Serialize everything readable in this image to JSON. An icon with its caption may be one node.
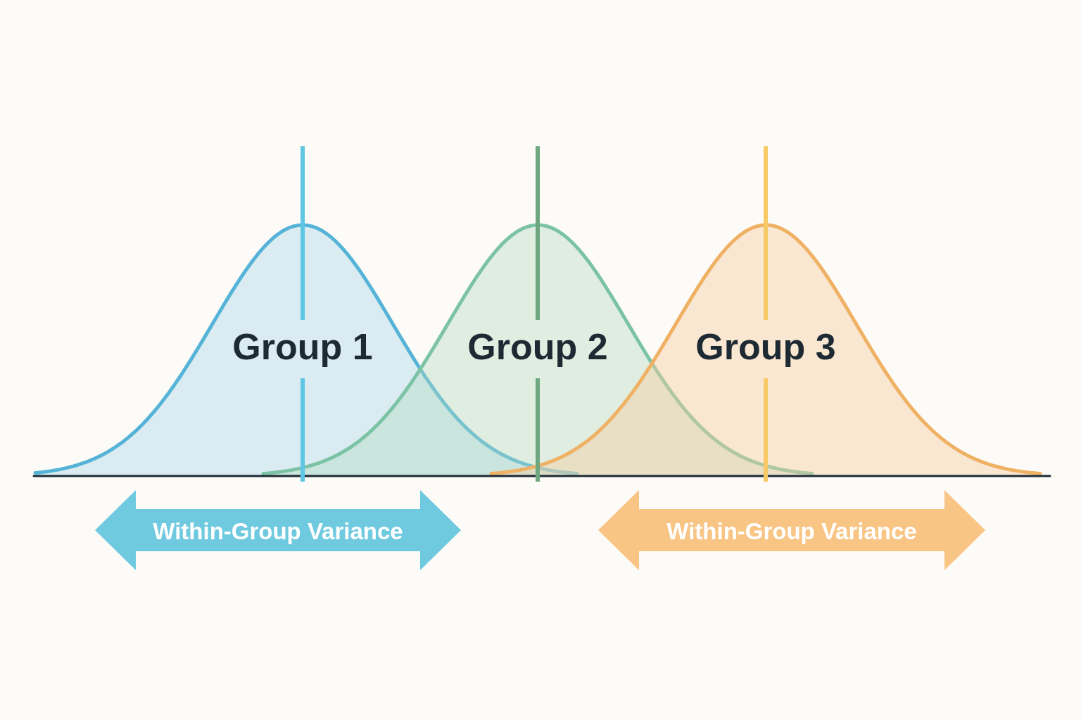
{
  "diagram": {
    "nodes": [
      {
        "text": [
          "Group 1"
        ]
      },
      {
        "text": [
          "Group 2"
        ]
      },
      {
        "text": [
          "Group 3"
        ]
      },
      {
        "text": [
          "Within-Group Variance"
        ]
      },
      {
        "text": [
          "Within-Group Variance"
        ]
      }
    ]
  }
}
